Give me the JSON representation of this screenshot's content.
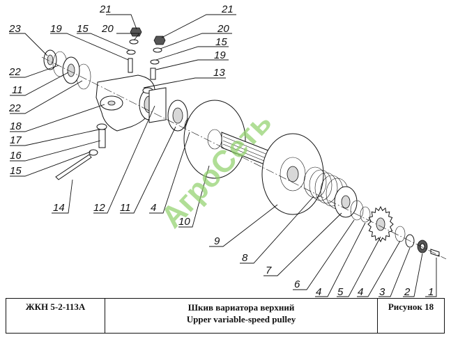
{
  "callouts": [
    "1",
    "2",
    "3",
    "4",
    "4",
    "4",
    "5",
    "6",
    "7",
    "8",
    "9",
    "10",
    "11",
    "11",
    "12",
    "13",
    "14",
    "15",
    "15",
    "15",
    "16",
    "17",
    "18",
    "19",
    "19",
    "20",
    "20",
    "21",
    "21",
    "22",
    "22",
    "23"
  ],
  "watermark": "АгроСеть",
  "title_block": {
    "doc_code": "ЖКН 5-2-113А",
    "title_ru": "Шкив вариатора верхний",
    "title_en": "Upper variable-speed pulley",
    "figure": "Рисунок 18"
  }
}
